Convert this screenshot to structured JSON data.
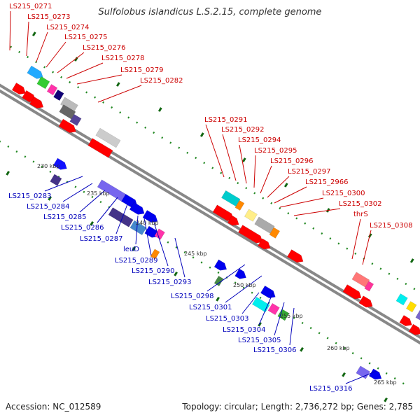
{
  "title": "Sulfolobus islandicus L.S.2.15, complete genome",
  "accession": "Accession: NC_012589",
  "summary": "Topology: circular; Length: 2,736,272 bp; Genes: 2,785",
  "colors": {
    "forward_label": "#cc0000",
    "reverse_label": "#0000bb",
    "backbone": "#888888",
    "tick_dots": "#228822",
    "tick_dash": "#116611"
  },
  "forward_labels": [
    "LS215_0271",
    "LS215_0273",
    "LS215_0274",
    "LS215_0275",
    "LS215_0276",
    "LS215_0278",
    "LS215_0279",
    "LS215_0282",
    "LS215_0291",
    "LS215_0292",
    "LS215_0294",
    "LS215_0295",
    "LS215_0296",
    "LS215_0297",
    "LS215_2966",
    "LS215_0300",
    "LS215_0302",
    "thrS",
    "LS215_0308"
  ],
  "reverse_labels": [
    "LS215_0283",
    "LS215_0284",
    "LS215_0285",
    "LS215_0286",
    "LS215_0287",
    "leuD",
    "LS215_0289",
    "LS215_0290",
    "LS215_0293",
    "LS215_0298",
    "LS215_0301",
    "LS215_0303",
    "LS215_0304",
    "LS215_0305",
    "LS215_0306",
    "LS215_0316"
  ],
  "scale_labels": [
    "230 kbp",
    "235 kbp",
    "240 kbp",
    "245 kbp",
    "250 kbp",
    "255 kbp",
    "260 kbp",
    "265 kbp"
  ]
}
